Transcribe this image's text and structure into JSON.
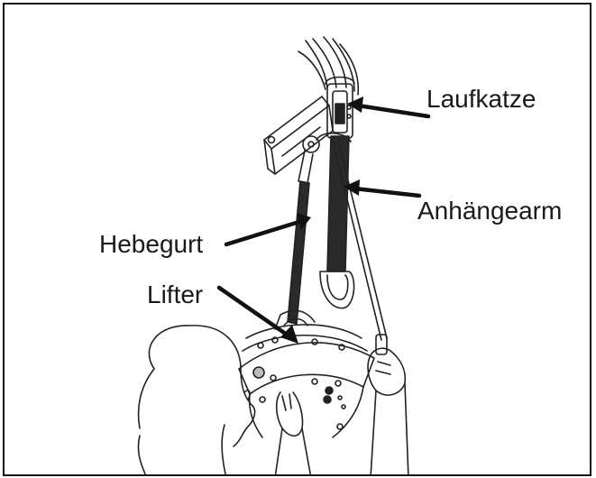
{
  "labels": {
    "laufkatze": "Laufkatze",
    "anhaengearm": "Anhängearm",
    "hebegurt": "Hebegurt",
    "lifter": "Lifter"
  }
}
